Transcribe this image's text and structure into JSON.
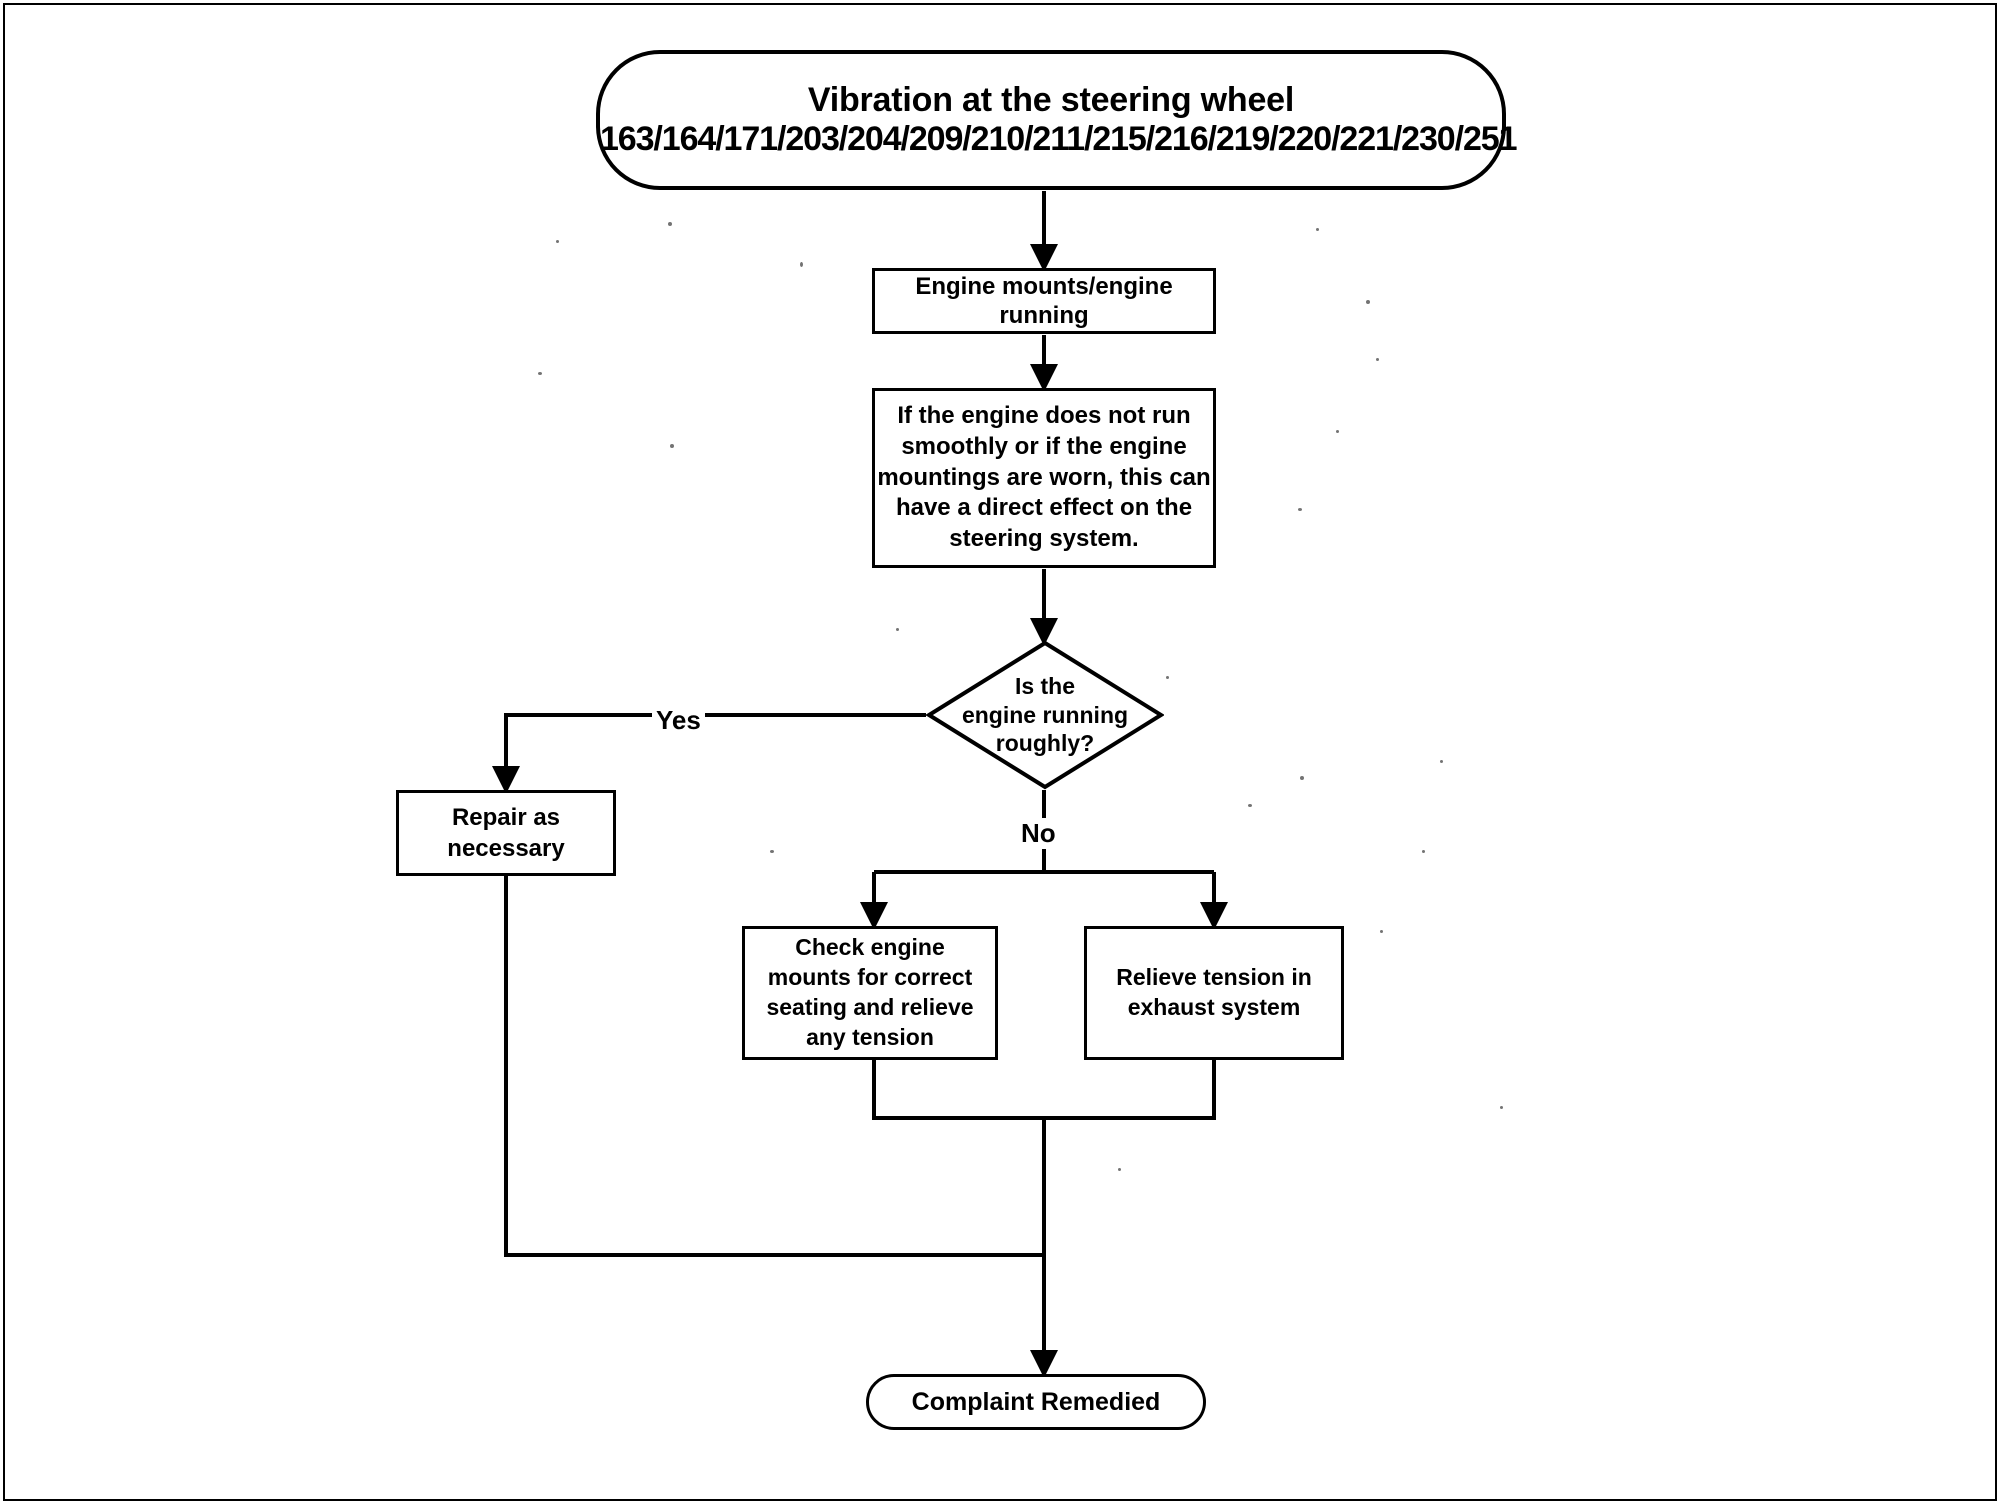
{
  "document": {
    "type": "flowchart",
    "title": "Vibration at the steering wheel",
    "orientation": "top-down"
  },
  "nodes": {
    "start": {
      "shape": "terminator",
      "line1": "Vibration at the steering wheel",
      "line2": "163/164/171/203/204/209/210/211/215/216/219/220/221/230/251"
    },
    "engine_mounts": {
      "shape": "process",
      "text": "Engine mounts/engine\nrunning"
    },
    "explanation": {
      "shape": "process",
      "text": "If the engine does not run\nsmoothly or if the engine\nmountings are worn, this can\nhave a direct effect on the\nsteering system."
    },
    "decision": {
      "shape": "decision",
      "text": "Is the\nengine running\nroughly?"
    },
    "repair": {
      "shape": "process",
      "text": "Repair as\nnecessary"
    },
    "check_mounts": {
      "shape": "process",
      "text": "Check engine\nmounts for correct\nseating and relieve\nany tension"
    },
    "relieve_exhaust": {
      "shape": "process",
      "text": "Relieve tension in\nexhaust system"
    },
    "complaint": {
      "shape": "terminator",
      "text": "Complaint Remedied"
    }
  },
  "edge_labels": {
    "yes": "Yes",
    "no": "No"
  },
  "colors": {
    "stroke": "#000000",
    "fill": "#ffffff",
    "page_background": "#ffffff"
  }
}
